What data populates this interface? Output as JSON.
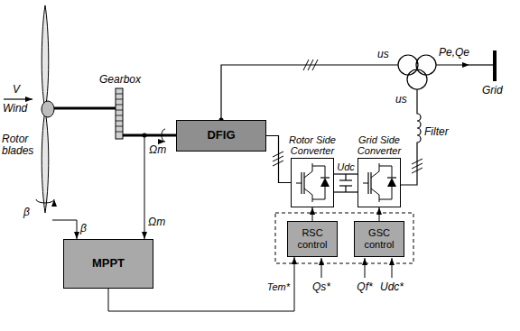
{
  "diagram": {
    "nodes": [
      {
        "text": [
          "DFIG"
        ]
      },
      {
        "text": [
          "Rotor Side Converter"
        ]
      },
      {
        "text": [
          "Grid Side Converter"
        ]
      },
      {
        "text": [
          "RSC control"
        ]
      },
      {
        "text": [
          "GSC control"
        ]
      },
      {
        "text": [
          "MPPT"
        ]
      }
    ],
    "edges": [
      {
        "from": 0,
        "to": 1,
        "arrow": "none"
      },
      {
        "from": 1,
        "to": 2,
        "arrow": "none",
        "label": "Udc"
      },
      {
        "from": 3,
        "to": 1,
        "arrow": "to"
      },
      {
        "from": 4,
        "to": 2,
        "arrow": "to"
      },
      {
        "from": 5,
        "to": 3,
        "arrow": "to",
        "label": "Tem*"
      }
    ],
    "labels": [
      "V",
      "Wind",
      "Rotor blades",
      "β",
      "Gearbox",
      "Ωm",
      "β",
      "Ωm",
      "us",
      "us",
      "Pe,Qe",
      "Grid",
      "Filter",
      "Qs*",
      "Qf*",
      "Udc*"
    ]
  }
}
